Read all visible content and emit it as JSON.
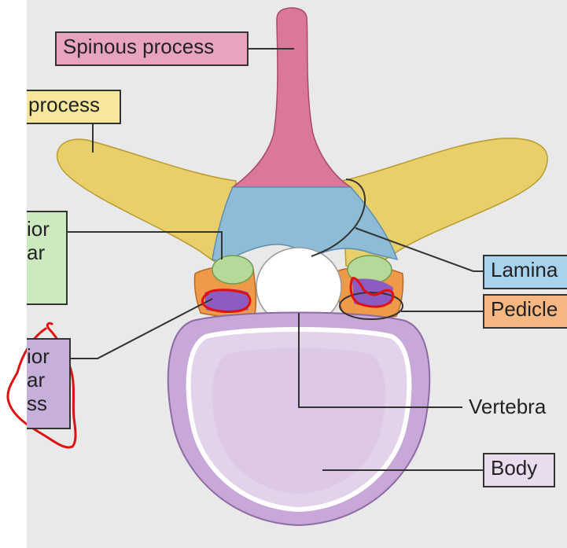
{
  "labels": {
    "spinous_process": "Spinous process",
    "transverse_process": "process",
    "superior_articular_process": [
      "ior",
      "ar"
    ],
    "inferior_articular_process": [
      "ior",
      "ar",
      "ss"
    ],
    "lamina": "Lamina",
    "pedicle": "Pedicle",
    "vertebral_foramen": "Vertebra",
    "body": "Body"
  },
  "colors": {
    "background": "#e9e9e9",
    "spinous": "#d9789a",
    "transverse": "#e8cf6a",
    "lamina": "#8ebcd6",
    "pedicle": "#ee9a48",
    "superior_facet": "#b6d99a",
    "inferior_facet": "#8d5cc2",
    "body": "#e2d2ea",
    "body_rim": "#c8a8d8",
    "ink": "#333333",
    "annotation": "#e01010"
  },
  "label_fills": {
    "spinous": "#e8a4bf",
    "transverse": "#f6e79a",
    "superior": "#cde9c0",
    "inferior": "#c7afdb",
    "lamina": "#a9d3ec",
    "pedicle": "#f7b783",
    "body": "#e9dcef"
  }
}
